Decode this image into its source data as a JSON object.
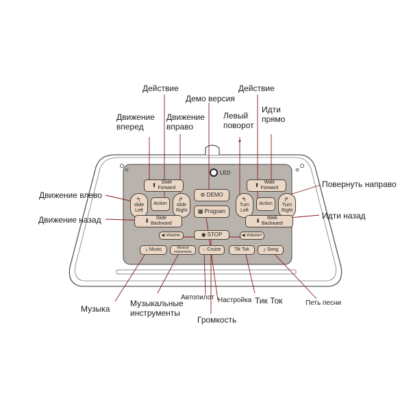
{
  "callouts": {
    "action_left": "Действие",
    "demo": "Демо версия",
    "action_right": "Действие",
    "forward": "Движение\nвперед",
    "right_move": "Движение\nвправо",
    "left_turn": "Левый\nповорот",
    "walk_forward": "Идти\nпрямо",
    "left_move": "Движение влево",
    "turn_right": "Повернуть направо",
    "backward": "Движение назад",
    "walk_backward": "Идти назад",
    "music": "Музыка",
    "instruments": "Музыкальные\nинструменты",
    "autopilot": "Автопилот",
    "settings": "Настройка",
    "tiktok": "Тик Ток",
    "sing": "Петь песни",
    "volume": "Громкость"
  },
  "device": {
    "led_label": "LED",
    "slide_forward": "Slide\nForward",
    "slide_left": "slide\nLeft",
    "action_left": "Action",
    "slide_right": "slide\nRight",
    "slide_backward": "Slide\nBackward",
    "demo": "DEMO",
    "program": "Program",
    "stop": "STOP",
    "walk_forward": "Walk\nForward",
    "turn_left": "Turn\nLeft",
    "action_right": "Action",
    "turn_right": "Turn\nRight",
    "walk_backward": "Walk\nBackward",
    "volume_minus": "Volume-",
    "volume_plus": "Volume+",
    "music": "Music",
    "musical_instruments": "Musical\ninstruments",
    "cruise": "Cruise",
    "tiktok": "Tik Tok",
    "song": "Song"
  },
  "icons": [
    "arrow-up-icon",
    "arrow-down-icon",
    "turn-left-icon",
    "turn-right-icon",
    "steering-wheel-icon",
    "program-icon",
    "stop-icon",
    "music-note-icon",
    "volume-icon",
    "cruise-icon"
  ]
}
